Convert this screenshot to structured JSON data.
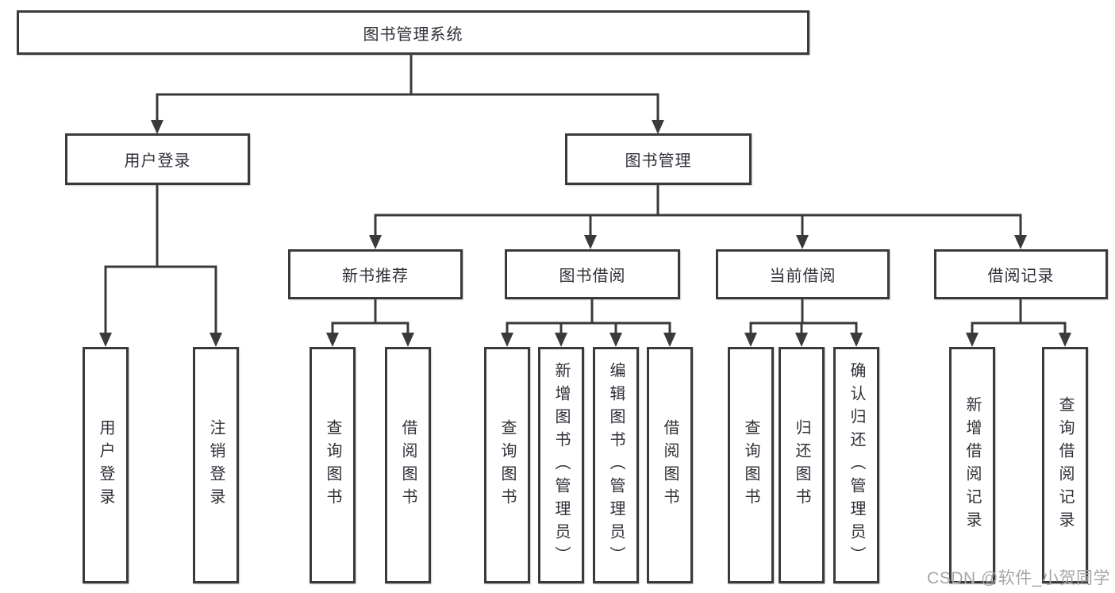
{
  "tree": {
    "root": "图书管理系统",
    "level2": [
      {
        "label": "用户登录",
        "leaves": [
          "用户登录",
          "注销登录"
        ]
      },
      {
        "label": "图书管理",
        "groups": [
          {
            "label": "新书推荐",
            "leaves": [
              "查询图书",
              "借阅图书"
            ]
          },
          {
            "label": "图书借阅",
            "leaves": [
              "查询图书",
              "新增图书（管理员）",
              "编辑图书（管理员）",
              "借阅图书"
            ]
          },
          {
            "label": "当前借阅",
            "leaves": [
              "查询图书",
              "归还图书",
              "确认归还（管理员）"
            ]
          },
          {
            "label": "借阅记录",
            "leaves": [
              "新增借阅记录",
              "查询借阅记录"
            ]
          }
        ]
      }
    ]
  },
  "watermark": "CSDN @软件_小贺同学",
  "colors": {
    "line": "#3a3a3a",
    "text": "#2f3138",
    "box_bg": "#ffffff",
    "watermark": "#a6a6ab",
    "background": "#ffffff"
  }
}
